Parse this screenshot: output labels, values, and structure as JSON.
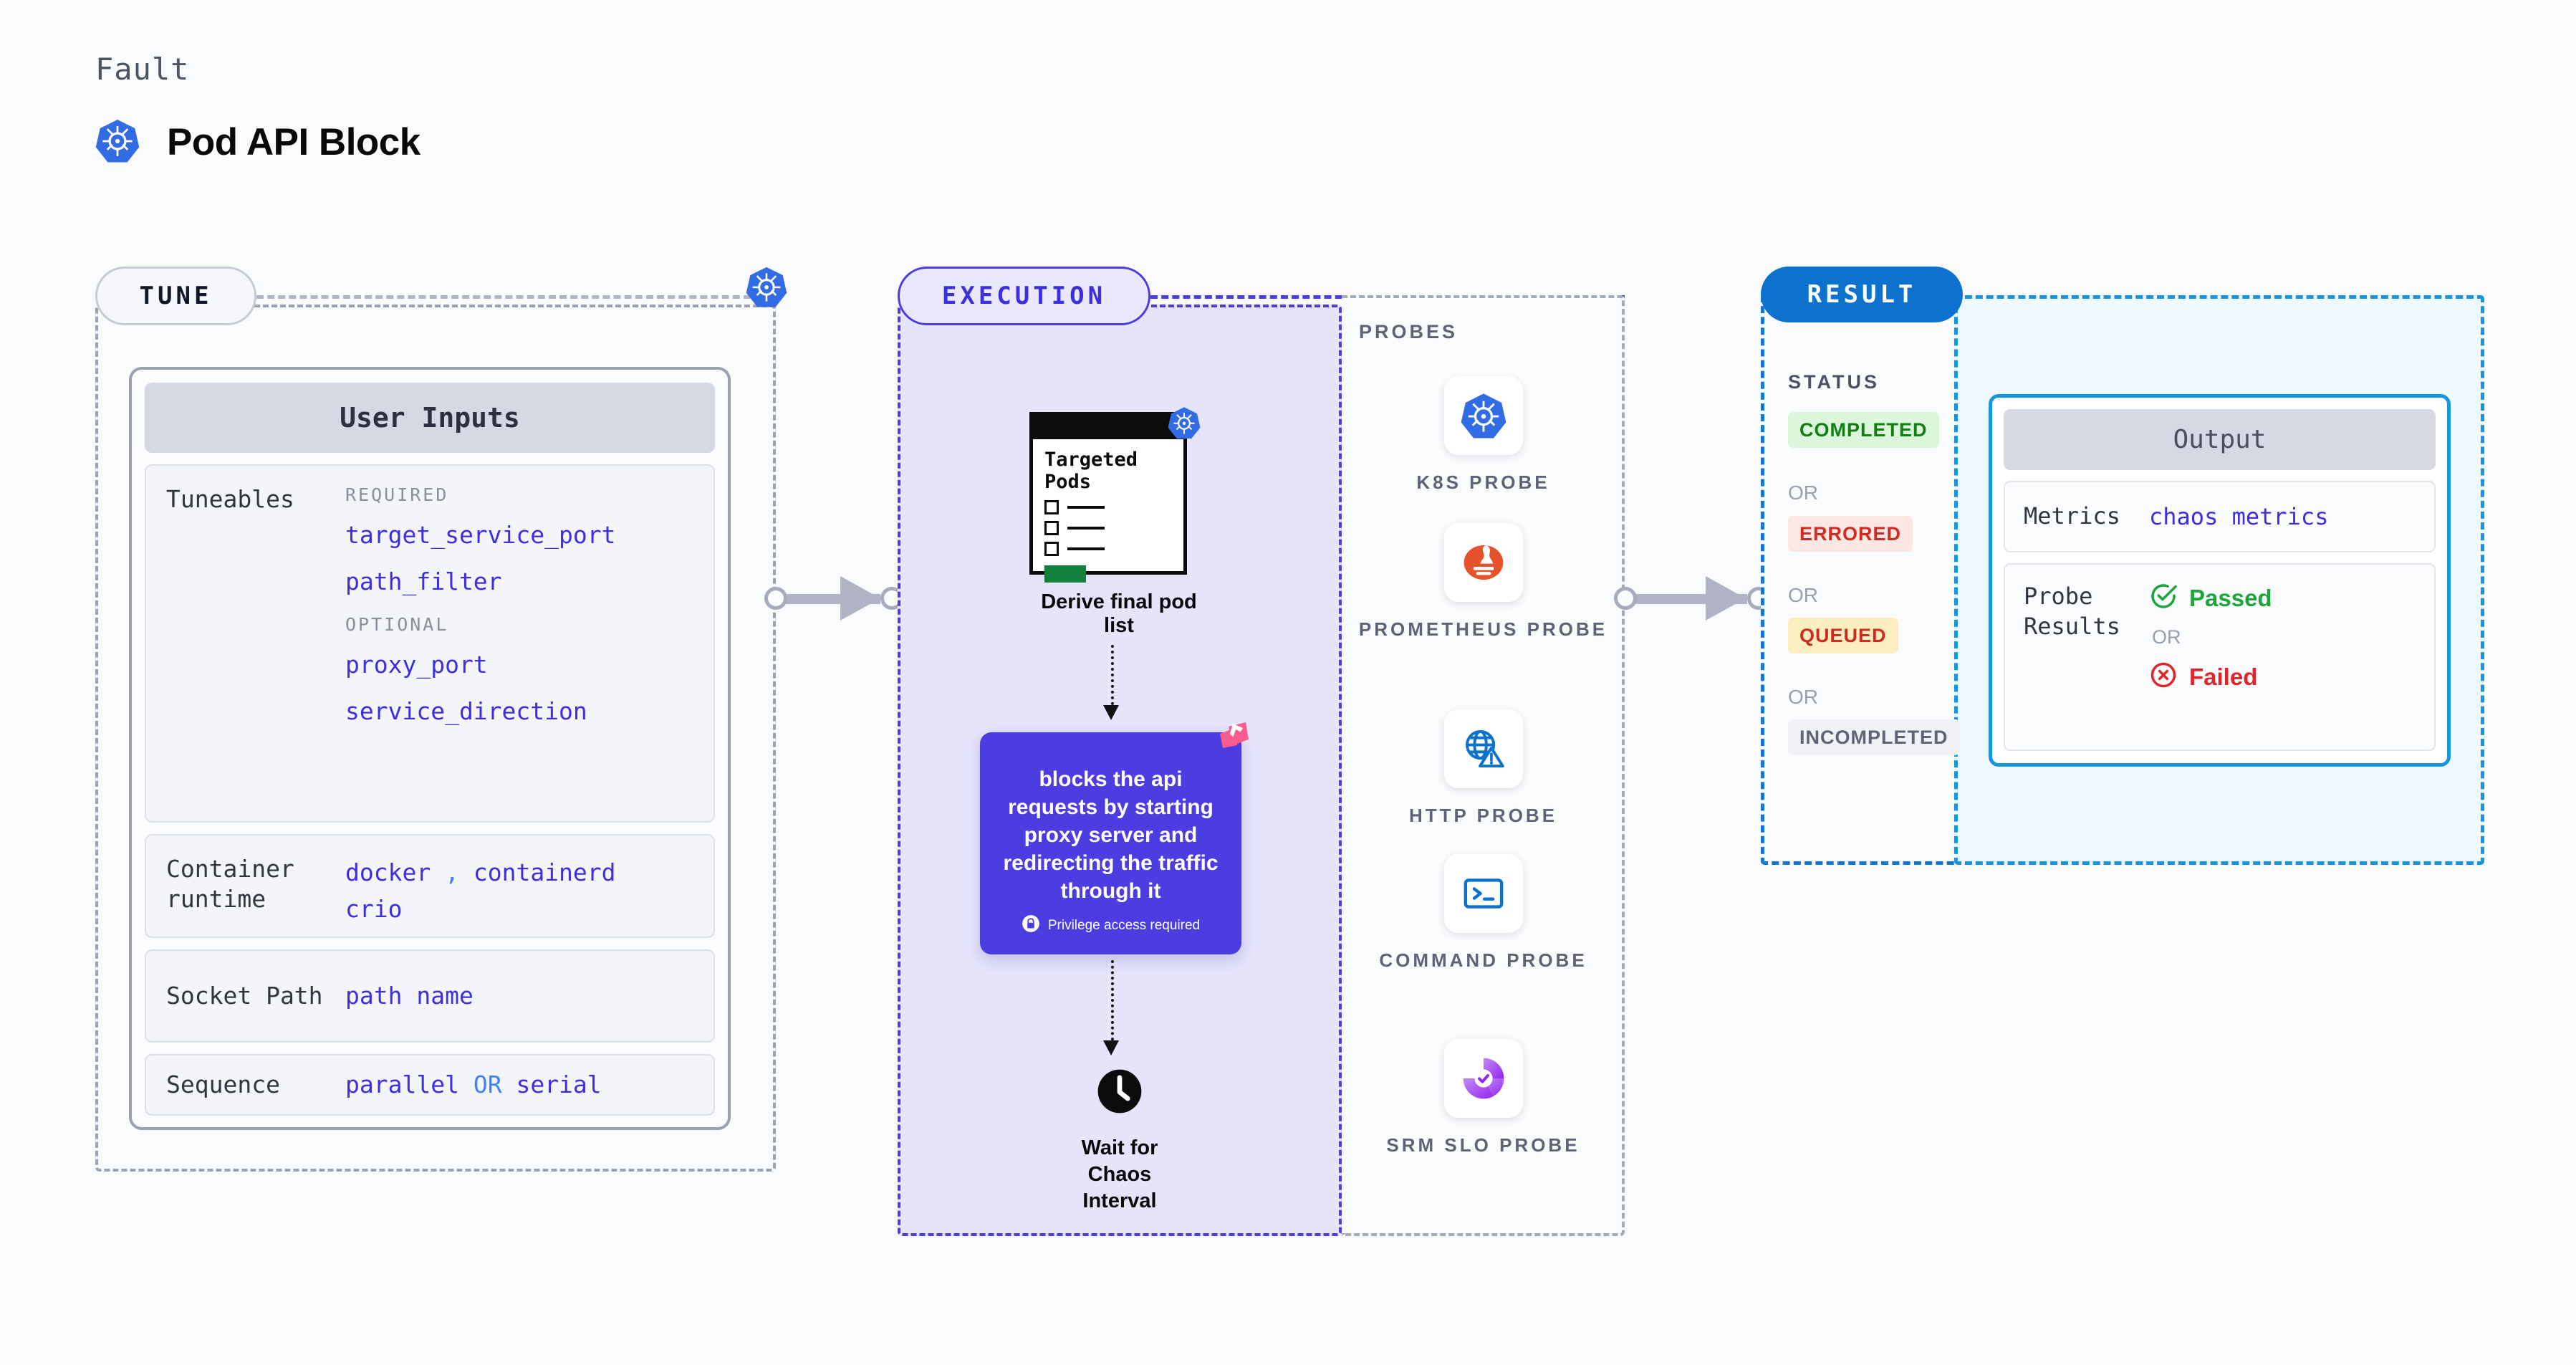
{
  "header": {
    "kicker": "Fault",
    "title": "Pod API Block",
    "icon": "kubernetes-icon"
  },
  "tune": {
    "tag": "TUNE",
    "badge_icon": "kubernetes-icon",
    "card_title": "User Inputs",
    "rows": [
      {
        "label": "Tuneables",
        "groups": [
          {
            "group": "REQUIRED",
            "values": [
              "target_service_port",
              "path_filter"
            ]
          },
          {
            "group": "OPTIONAL",
            "values": [
              "proxy_port",
              "service_direction"
            ]
          }
        ]
      },
      {
        "label": "Container runtime",
        "inline": "docker , containerd crio",
        "values": [
          "docker",
          "containerd",
          "crio"
        ],
        "separator": ","
      },
      {
        "label": "Socket Path",
        "inline": "path name",
        "values": [
          "path name"
        ]
      },
      {
        "label": "Sequence",
        "inline": "parallel OR serial",
        "values": [
          "parallel",
          "serial"
        ],
        "separator": "OR"
      }
    ]
  },
  "execution": {
    "tag": "EXECUTION",
    "pods_node": {
      "card_title": "Targeted Pods",
      "badge_icon": "kubernetes-icon",
      "caption": "Derive final pod list"
    },
    "action_node": {
      "text": "blocks the api requests by starting proxy server and redirecting the traffic through it",
      "privilege_note": "Privilege access required",
      "lock_icon": "lock-icon",
      "brand_icon": "harness-logo-icon"
    },
    "wait_node": {
      "icon": "clock-icon",
      "caption": "Wait for Chaos Interval"
    }
  },
  "probes": {
    "label": "PROBES",
    "items": [
      {
        "name": "K8S PROBE",
        "icon": "kubernetes-probe-icon"
      },
      {
        "name": "PROMETHEUS PROBE",
        "icon": "prometheus-probe-icon"
      },
      {
        "name": "HTTP PROBE",
        "icon": "http-probe-icon"
      },
      {
        "name": "COMMAND PROBE",
        "icon": "command-probe-icon"
      },
      {
        "name": "SRM SLO PROBE",
        "icon": "srm-slo-probe-icon"
      }
    ]
  },
  "result": {
    "tag": "RESULT",
    "status_label": "STATUS",
    "or_label": "OR",
    "statuses": [
      {
        "label": "COMPLETED",
        "bg": "#dcf6dc",
        "fg": "#108010"
      },
      {
        "label": "ERRORED",
        "bg": "#fde7e5",
        "fg": "#d32a22"
      },
      {
        "label": "QUEUED",
        "bg": "#fdeec2",
        "fg": "#cf2a20"
      },
      {
        "label": "INCOMPLETED",
        "bg": "#f1f2f6",
        "fg": "#5d6475"
      }
    ],
    "output": {
      "title": "Output",
      "metrics_label": "Metrics",
      "metrics_value": "chaos metrics",
      "probe_results_label": "Probe Results",
      "passed_label": "Passed",
      "failed_label": "Failed",
      "or_label": "OR",
      "passed_icon": "check-circle-icon",
      "failed_icon": "x-circle-icon"
    }
  },
  "colors": {
    "accent_purple": "#4b3de0",
    "accent_blue": "#0d72ce",
    "k8s_blue": "#326ce5",
    "pass_green": "#1ea53a",
    "fail_red": "#e0252b"
  }
}
